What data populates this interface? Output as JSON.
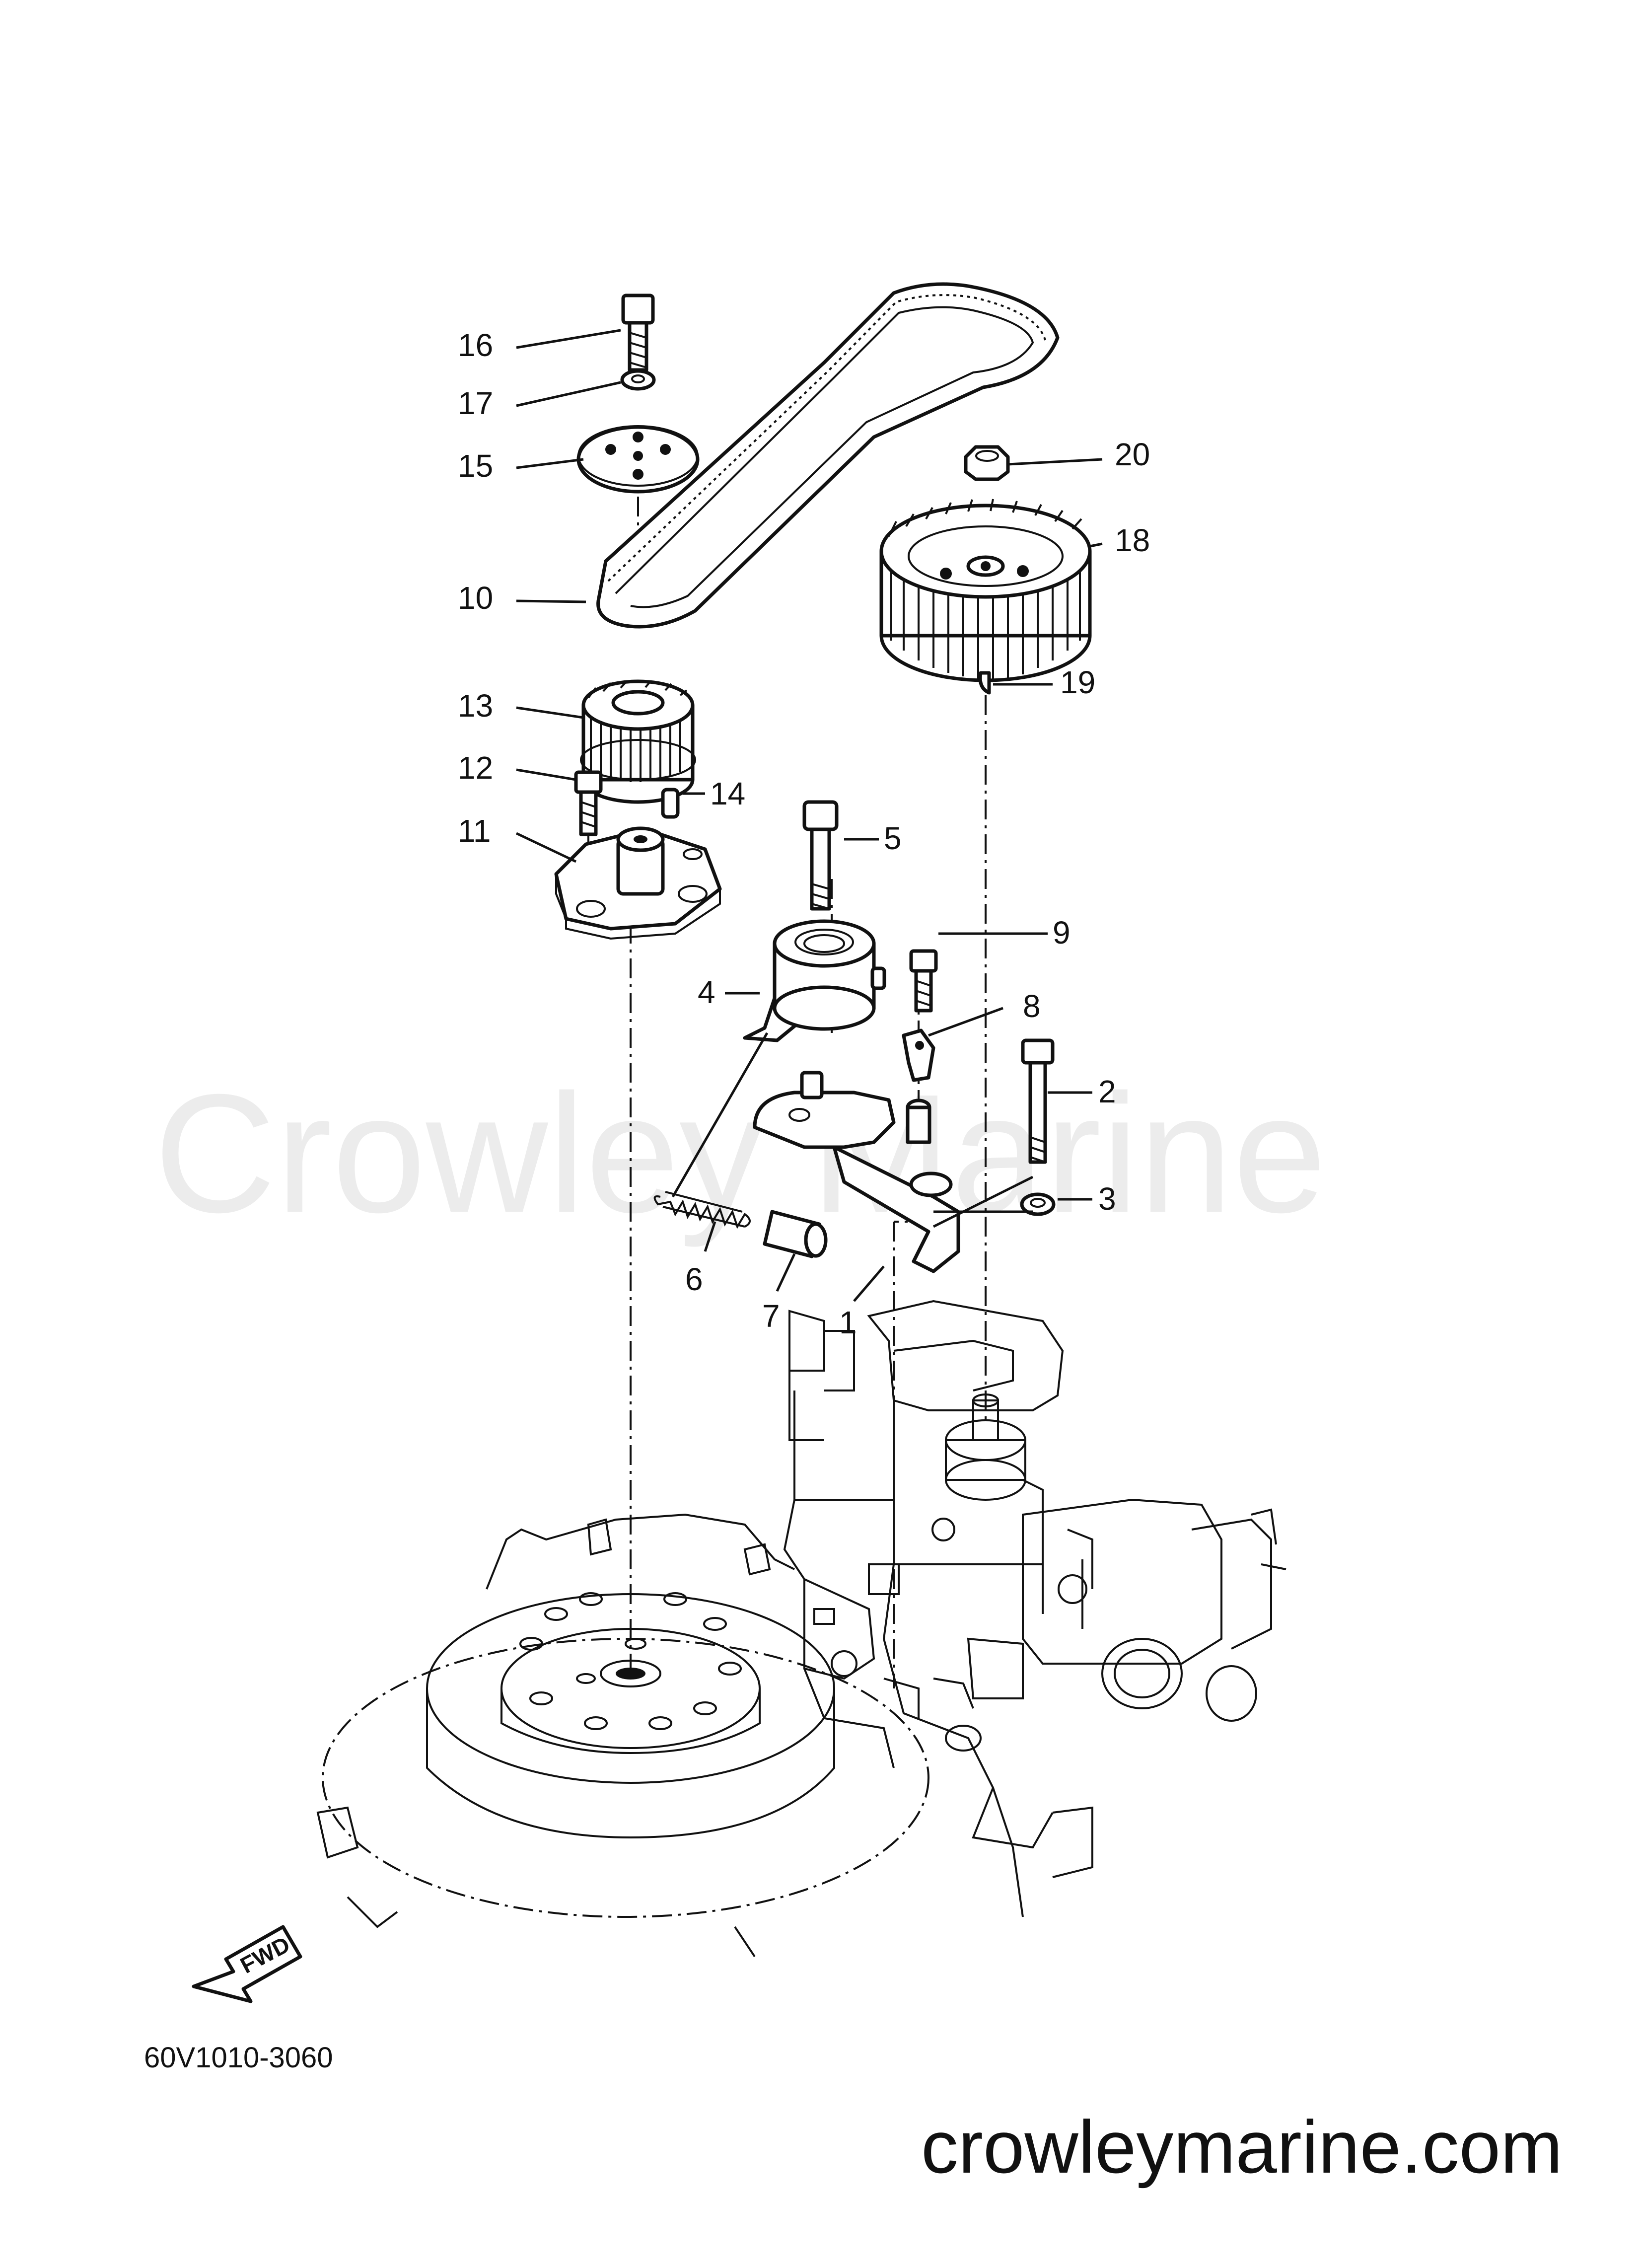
{
  "watermark": "Crowley Marine",
  "diagram_code": "60V1010-3060",
  "site_url": "crowleymarine.com",
  "fwd_label": "FWD",
  "callouts": [
    "1",
    "2",
    "3",
    "4",
    "5",
    "6",
    "7",
    "8",
    "9",
    "10",
    "11",
    "12",
    "13",
    "14",
    "15",
    "16",
    "17",
    "18",
    "19",
    "20"
  ]
}
